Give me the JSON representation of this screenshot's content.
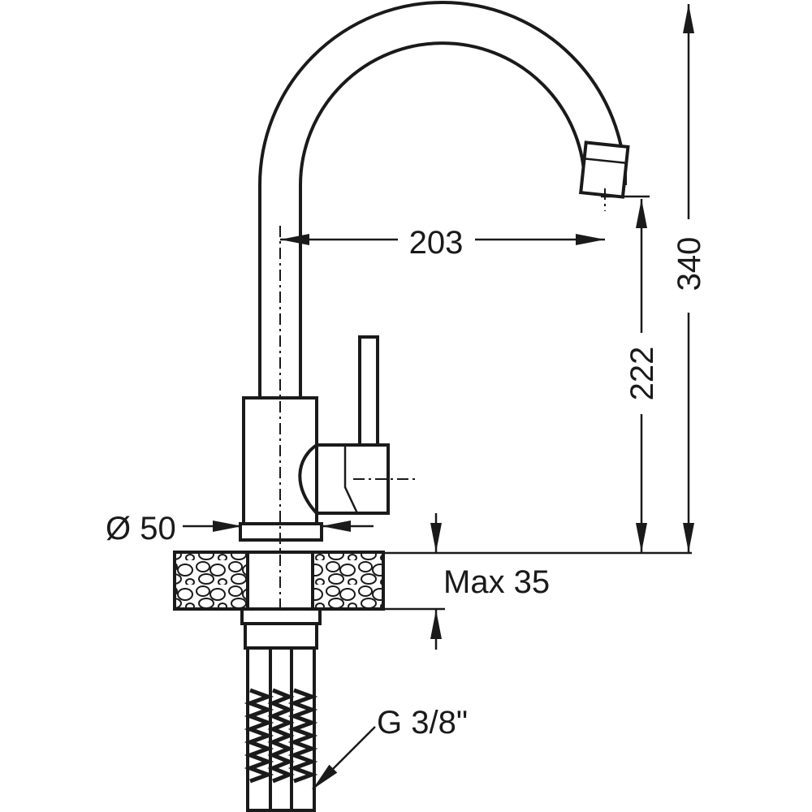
{
  "dimensions": {
    "spout_reach": "203",
    "total_height": "340",
    "outlet_height": "222",
    "base_diameter": "Ø 50",
    "max_counter_thickness": "Max 35",
    "connection": "G 3/8\""
  }
}
